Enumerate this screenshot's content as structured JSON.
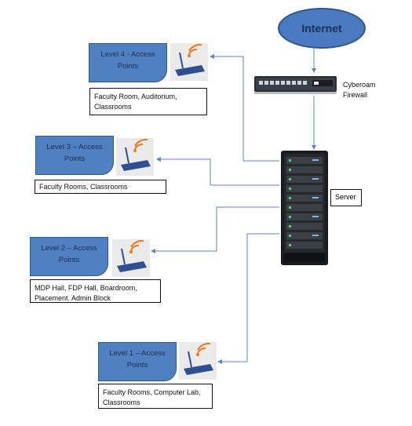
{
  "internet": {
    "label": "Internet"
  },
  "firewall": {
    "label": "Cyberoam Firewall",
    "line1": "Cyberoam",
    "line2": "Firewall"
  },
  "server": {
    "label": "Server"
  },
  "levels": [
    {
      "title_line1": "Level 4 - Access",
      "title_line2": "Points",
      "areas_line1": "Faculty Room, Auditorium,",
      "areas_line2": "Classrooms"
    },
    {
      "title_line1": "Level 3 – Access",
      "title_line2": "Points",
      "areas_line1": "Faculty Rooms, Classrooms",
      "areas_line2": ""
    },
    {
      "title_line1": "Level 2 – Access",
      "title_line2": "Points",
      "areas_line1": "MDP Hall, FDP Hall, Boardroom,",
      "areas_line2": "Placement. Admin Block"
    },
    {
      "title_line1": "Level 1 – Access",
      "title_line2": "Points",
      "areas_line1": "Faculty Rooms, Computer Lab,",
      "areas_line2": "Classrooms"
    }
  ],
  "colors": {
    "accent": "#4e80c2",
    "wire": "#5b86c4",
    "wifi": "#f07a1a",
    "router": "#2f4f93"
  },
  "icons": {
    "router": "wifi-router-icon",
    "server": "server-rack-icon",
    "firewall": "firewall-appliance-icon"
  }
}
